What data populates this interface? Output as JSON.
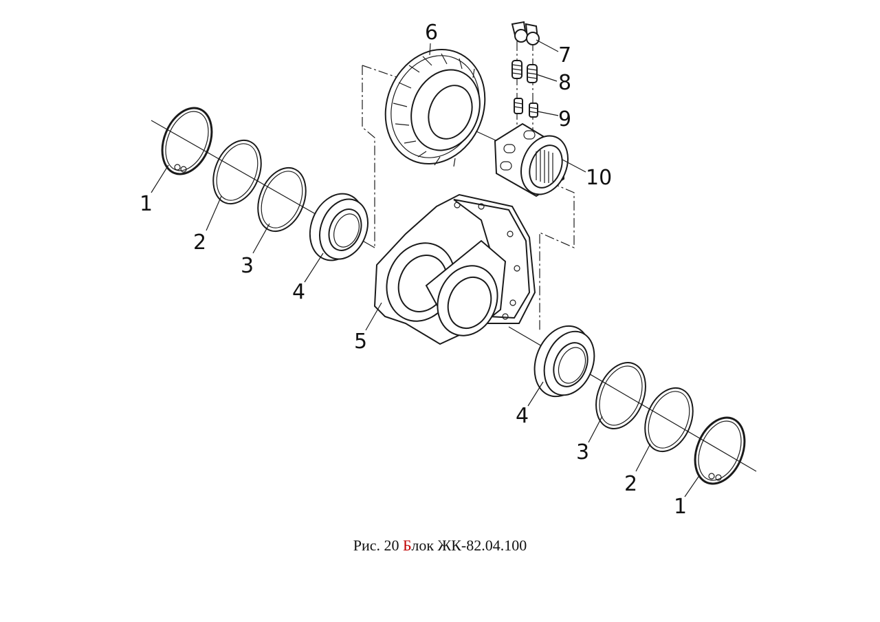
{
  "caption": {
    "prefix": "Рис. 20 ",
    "accent_letter": "Б",
    "rest": "лок ЖК-82.04.100",
    "accent_color": "#c00000"
  },
  "callouts": {
    "ring_left": "1",
    "shim_left_a": "2",
    "shim_left_b": "3",
    "bearing_left": "4",
    "housing": "5",
    "bevel_gear": "6",
    "cap": "7",
    "spring_large": "8",
    "spring_small": "9",
    "clutch_sleeve": "10",
    "bearing_right": "4",
    "shim_right_b": "3",
    "shim_right_a": "2",
    "ring_right": "1"
  }
}
